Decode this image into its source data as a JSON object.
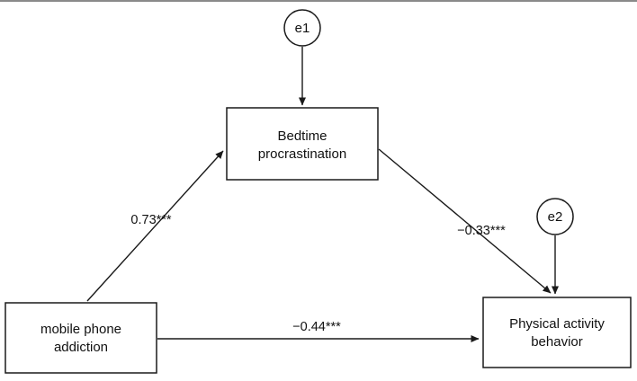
{
  "figure": {
    "type": "mediation-path-diagram",
    "background": "#ffffff",
    "stroke_color": "#1a1a1a",
    "nodes": {
      "e1": {
        "label": "e1",
        "shape": "circle"
      },
      "e2": {
        "label": "e2",
        "shape": "circle"
      },
      "bedtime_procrastination": {
        "line1": "Bedtime",
        "line2": "procrastination",
        "shape": "rect"
      },
      "mobile_phone_addiction": {
        "line1": "mobile phone",
        "line2": "addiction",
        "shape": "rect"
      },
      "physical_activity_behavior": {
        "line1": "Physical activity",
        "line2": "behavior",
        "shape": "rect"
      }
    },
    "paths": {
      "mobile_to_bedtime": {
        "coefficient": "0.73***"
      },
      "bedtime_to_physical": {
        "coefficient": "−0.33***"
      },
      "mobile_to_physical": {
        "coefficient": "−0.44***"
      },
      "e1_to_bedtime": {
        "coefficient": ""
      },
      "e2_to_physical": {
        "coefficient": ""
      }
    }
  }
}
